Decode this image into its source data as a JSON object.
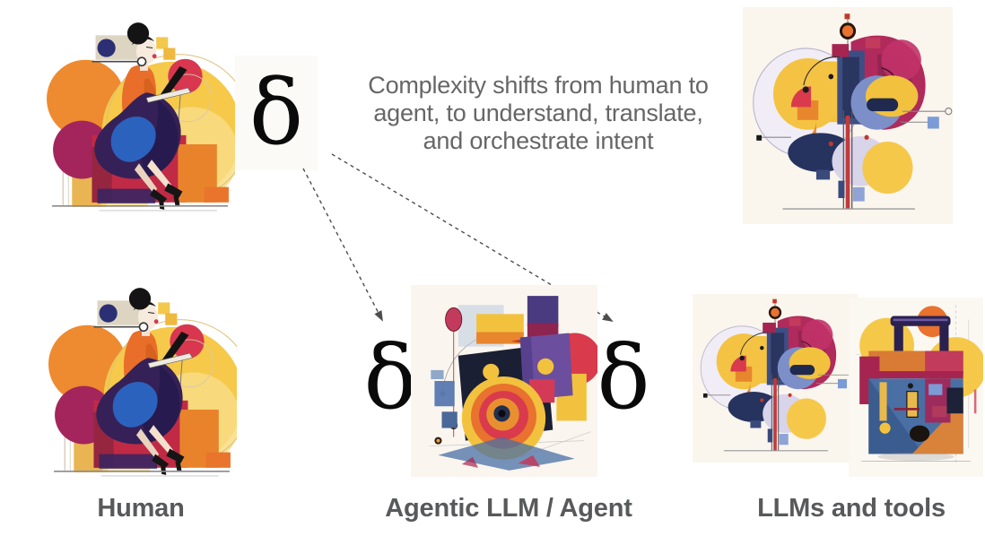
{
  "slide": {
    "background": "#ffffff",
    "caption": {
      "line1": "Complexity shifts from human to",
      "line2": "agent, to understand, translate,",
      "line3": "and orchestrate intent",
      "color": "#666666"
    },
    "delta_symbol": "δ",
    "columns": [
      {
        "id": "human",
        "label": "Human"
      },
      {
        "id": "agent",
        "label": "Agentic LLM / Agent"
      },
      {
        "id": "tools",
        "label": "LLMs and tools"
      }
    ],
    "label_color": "#58595B",
    "arrows": {
      "color": "#4d4d4d",
      "style": "dashed",
      "count": 2
    },
    "illustrations": [
      {
        "name": "woman-working-on-laptop",
        "position": "top-left"
      },
      {
        "name": "abstract-llm-brain",
        "position": "top-right"
      },
      {
        "name": "woman-working-on-laptop",
        "position": "bottom-left"
      },
      {
        "name": "abstract-agent-machine",
        "position": "bottom-center"
      },
      {
        "name": "abstract-llm-brain",
        "position": "bottom-right-left"
      },
      {
        "name": "abstract-tools-box",
        "position": "bottom-right-right"
      }
    ],
    "palette": {
      "orange": "#E8832C",
      "yellow": "#F5C84A",
      "crimson": "#C12A45",
      "magenta": "#A3255C",
      "navy": "#2E2359",
      "blue": "#2B62BE",
      "purple": "#6C4E9E",
      "cream": "#FAF5ED"
    }
  }
}
